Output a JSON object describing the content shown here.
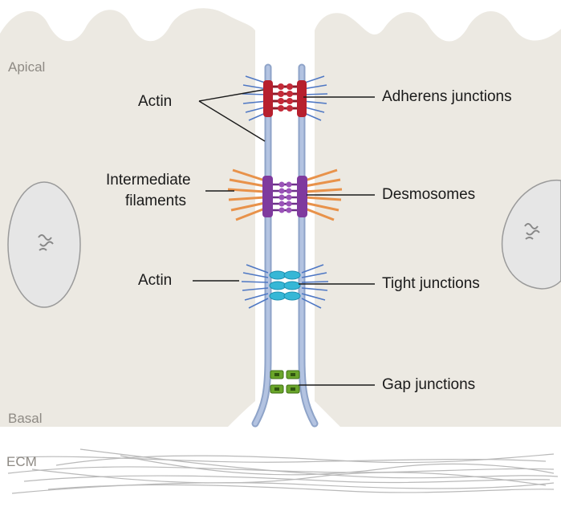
{
  "labels": {
    "apical": "Apical",
    "basal": "Basal",
    "ecm": "ECM",
    "actin_top": "Actin",
    "actin_mid": "Actin",
    "intermediate_line1": "Intermediate",
    "intermediate_line2": "filaments",
    "adherens": "Adherens junctions",
    "desmosomes": "Desmosomes",
    "tight": "Tight junctions",
    "gap": "Gap junctions"
  },
  "colors": {
    "cell_fill": "#ece9e2",
    "membrane": "#aab9d8",
    "membrane_edge": "#8ea3c8",
    "actin": "#4f78c4",
    "intermediate": "#e8924a",
    "adherens": "#b7202e",
    "desmosome": "#7f3a9e",
    "tight": "#36b7d6",
    "gap": "#6aa52a",
    "nucleus": "#e4e4e4",
    "ecm_fiber": "#b9b9b9"
  }
}
